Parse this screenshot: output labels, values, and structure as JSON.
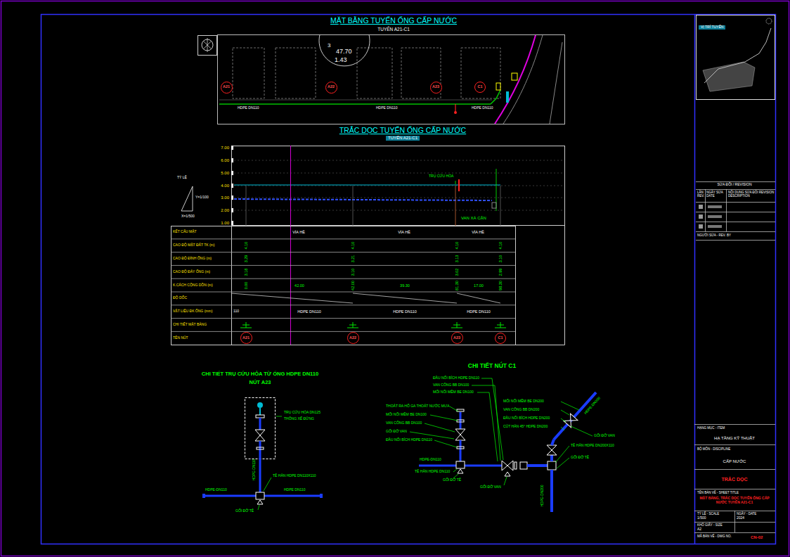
{
  "diagram": {
    "title": "MẶT BẰNG TUYẾN ỐNG CẤP NƯỚC",
    "nodes": [
      {
        "text": [
          "A21"
        ]
      },
      {
        "text": [
          "A22"
        ]
      },
      {
        "text": [
          "A23"
        ]
      },
      {
        "text": [
          "C1"
        ]
      },
      {
        "text": [
          "A21"
        ]
      },
      {
        "text": [
          "A22"
        ]
      },
      {
        "text": [
          "A23"
        ]
      },
      {
        "text": [
          "C1"
        ]
      }
    ],
    "labels": [
      "TUYẾN A21-C1",
      "3",
      "47.70",
      "1.43",
      "HDPE DN110",
      "HDPE DN110",
      "HDPE DN110",
      "TRẮC DỌC TUYẾN ỐNG CẤP NƯỚC",
      "TUYẾN A21-C1",
      "7.00",
      "6.00",
      "5.00",
      "4.00",
      "3.00",
      "2.00",
      "1.00",
      "TỶ LỆ",
      "Y=1/100",
      "X=1/500",
      "TRỤ CỨU HỎA",
      "VAN XẢ CẶN",
      "KẾT CẤU MẶT",
      "CAO ĐỘ MẶT ĐẤT TK (m)",
      "CAO ĐỘ ĐỈNH ỐNG (m)",
      "CAO ĐỘ ĐÁY ỐNG (m)",
      "K.CÁCH CỘNG DỒN (m)",
      "ĐỘ DỐC",
      "VẬT LIỆU ĐK ỐNG (mm)",
      "CHI TIẾT MẶT BẰNG",
      "TÊN NÚT",
      "VỈA HÈ",
      "VỈA HÈ",
      "VỈA HÈ",
      "4.10",
      "4.10",
      "4.10",
      "4.10",
      "3.29",
      "3.21",
      "3.13",
      "3.10",
      "3.18",
      "3.10",
      "3.02",
      "2.99",
      "0.00",
      "42.00",
      "81.30",
      "98.30",
      "42.00",
      "39.30",
      "17.00",
      "110",
      "HDPE DN110",
      "HDPE DN110",
      "HDPE DN110",
      "CHI TIẾT TRỤ CỨU HỎA TỪ ỐNG HDPE DN110",
      "NÚT A23",
      "TRỤ CỨU HỎA DN125",
      "THÔNG XẾ ĐỨNG",
      "HDPE-DN110",
      "TÊ HÀN HDPE DN110X110",
      "HDPE-DN110",
      "HDPE DN110",
      "GỐI ĐỠ TÊ",
      "CHI TIẾT NÚT C1",
      "ĐẦU NỐI BÍCH HDPE DN110",
      "VAN CỔNG BB DN100",
      "MỐI NỐI MỀM BE DN100",
      "THOÁT RA HỐ GA THOÁT NƯỚC MƯA",
      "MỐI NỐI MỀM BE DN100",
      "VAN CỔNG BB DN100",
      "GỐI ĐỠ VAN",
      "ĐẦU NỐI BÍCH HDPE DN110",
      "HDPE-DN110",
      "TÊ HÀN HDPE DN110",
      "GỐI ĐỠ TÊ",
      "GỐI ĐỠ VAN",
      "MỐI NỐI MỀM BE DN200",
      "VAN CỔNG BB DN200",
      "ĐẦU NỐI BÍCH HDPE DN200",
      "CÚT HÀN 45° HDPE DN200",
      "HDPE-DN200",
      "GỐI ĐỠ VAN",
      "TÊ HÀN HDPE DN200X110",
      "GỐI ĐỠ TÊ",
      "HDPE-DN200",
      "VỊ TRÍ TUYẾN",
      "SỬA ĐỔI / REVISION",
      "LẦN REV.",
      "NGÀY SỬA DATE",
      "NỘI DUNG SỬA ĐỔI REVISION DESCRIPTION",
      "NGƯỜI SỬA - REV. BY",
      "HẠNG MỤC - ITEM",
      "HẠ TẦNG KỸ THUẬT",
      "BỘ MÔN - DISCIPLINE",
      "CẤP NƯỚC",
      "TRẮC DỌC",
      "TÊN BẢN VẼ - SHEET TITLE",
      "MẶT BẰNG, TRẮC DỌC TUYẾN ỐNG CẤP NƯỚC TUYẾN A21-C1",
      "TỶ LỆ - SCALE",
      "1/500",
      "NGÀY - DATE",
      "2024",
      "KHỔ GIẤY - SIZE",
      "A2",
      "MÃ BẢN VẼ - DWG NO.",
      "CN-02"
    ]
  }
}
